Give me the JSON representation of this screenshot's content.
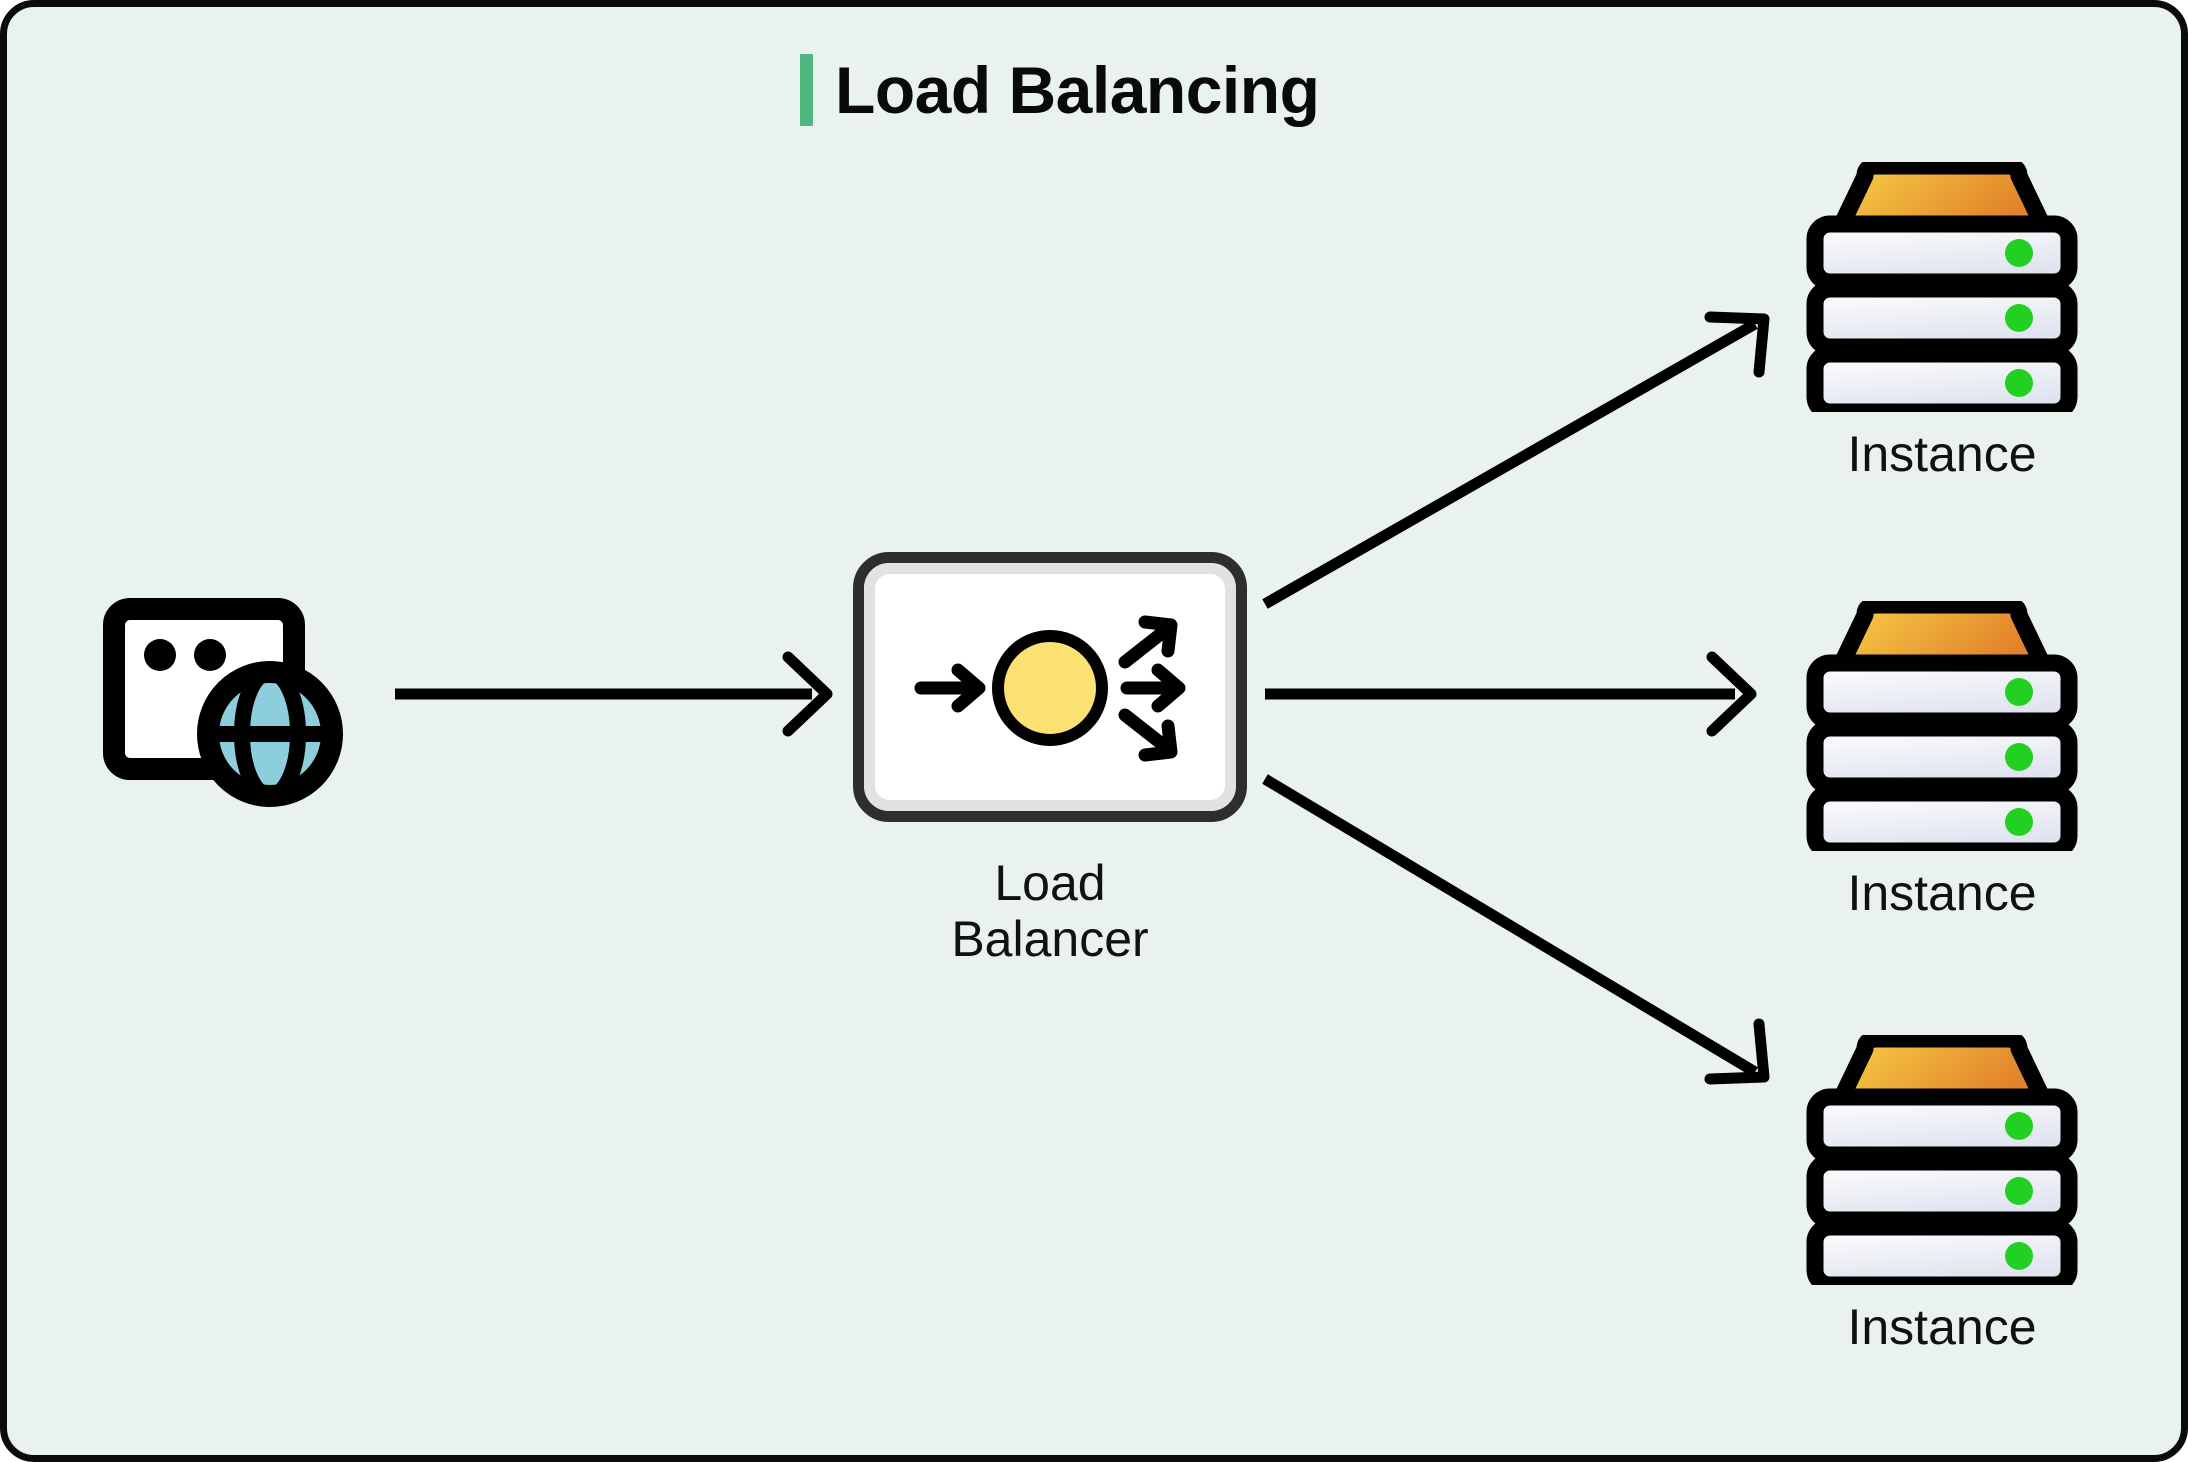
{
  "diagram": {
    "title": "Load Balancing",
    "accent_color": "#4CB87F",
    "background_color": "#e9f2ee",
    "border_color": "#0b0b0b",
    "type": "architecture-flow"
  },
  "nodes": {
    "client": {
      "icon": "browser-globe-icon",
      "label": "",
      "window_dot_count": 2,
      "globe_color": "#8DCEDC",
      "window_fill": "#ffffff",
      "outline_color": "#000000"
    },
    "load_balancer": {
      "icon": "load-balancer-icon",
      "label": "Load\nBalancer",
      "label_line_1": "Load",
      "label_line_2": "Balancer",
      "core_color": "#FAE172",
      "box_fill": "#ffffff",
      "box_border_color": "#2e2e2e",
      "box_inner_border_color": "#e2e2e2",
      "inbound_arrows": 1,
      "outbound_arrows": 3
    },
    "instances": [
      {
        "label": "Instance",
        "icon": "server-stack-icon",
        "status_color": "#21D021",
        "top_color_start": "#F7D046",
        "top_color_end": "#E2822A",
        "slot_count": 3,
        "status_leds": 3
      },
      {
        "label": "Instance",
        "icon": "server-stack-icon",
        "status_color": "#21D021",
        "top_color_start": "#F7D046",
        "top_color_end": "#E2822A",
        "slot_count": 3,
        "status_leds": 3
      },
      {
        "label": "Instance",
        "icon": "server-stack-icon",
        "status_color": "#21D021",
        "top_color_start": "#F7D046",
        "top_color_end": "#E2822A",
        "slot_count": 3,
        "status_leds": 3
      }
    ]
  },
  "edges": [
    {
      "name": "client-to-load-balancer",
      "from": "client",
      "to": "load_balancer",
      "style": "straight",
      "direction": "right"
    },
    {
      "name": "load-balancer-to-instance-1",
      "from": "load_balancer",
      "to": "instance-0",
      "style": "diagonal",
      "direction": "up-right"
    },
    {
      "name": "load-balancer-to-instance-2",
      "from": "load_balancer",
      "to": "instance-1",
      "style": "straight",
      "direction": "right"
    },
    {
      "name": "load-balancer-to-instance-3",
      "from": "load_balancer",
      "to": "instance-2",
      "style": "diagonal",
      "direction": "down-right"
    }
  ]
}
